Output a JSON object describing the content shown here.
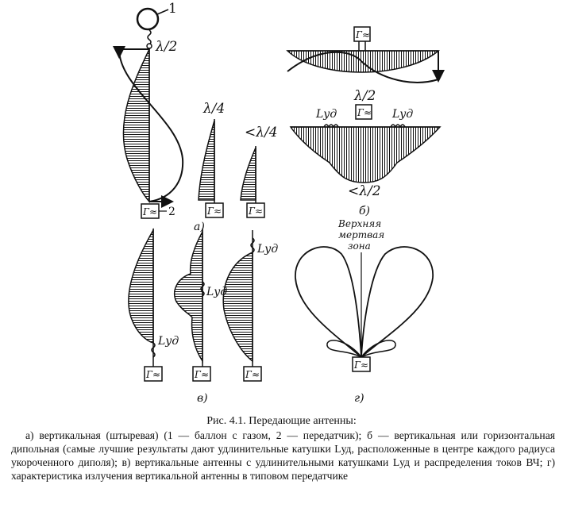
{
  "figure": {
    "labels": {
      "half_wave": "λ/2",
      "quarter_wave": "λ/4",
      "less_quarter_wave": "<λ/4",
      "gas_bulb_marker": "1",
      "transmitter_marker": "2",
      "transmitter_symbol": "Г≈",
      "inductor": "Lуд",
      "dipole_half_wave": "λ/2",
      "dipole_short": "<λ/2",
      "zone_line1": "Верхняя",
      "zone_line2": "мертвая",
      "zone_line3": "зона"
    },
    "panel_letters": {
      "a": "а)",
      "b": "б)",
      "v": "в)",
      "g": "г)"
    }
  },
  "caption": {
    "title": "Рис. 4.1. Передающие антенны:",
    "body": "а) вертикальная (штыревая) (1 — баллон с газом, 2 — передатчик); б — вертикальная или горизонтальная дипольная (самые лучшие результаты дают удлинительные катушки Lуд, расположенные в центре каждого радиуса укороченного диполя); в) вертикальные антенны с удлинительными катушками Lуд и распределения токов ВЧ; г) характеристика излучения вертикальной антенны в типовом передатчике"
  }
}
